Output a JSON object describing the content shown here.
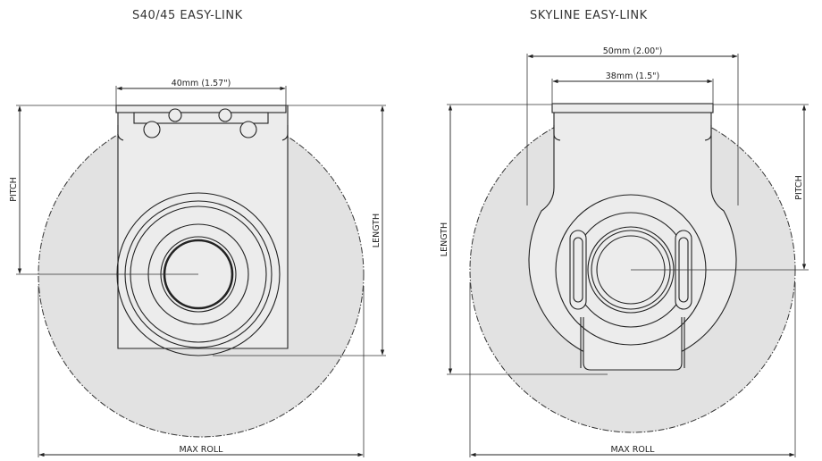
{
  "diagrams": [
    {
      "title": "S40/45 EASY-LINK",
      "labels": {
        "width": "40mm (1.57\")",
        "pitch": "PITCH",
        "length": "LENGTH",
        "max_roll": "MAX ROLL"
      }
    },
    {
      "title": "SKYLINE  EASY-LINK",
      "labels": {
        "outer_width": "50mm (2.00\")",
        "inner_width": "38mm (1.5\")",
        "pitch": "PITCH",
        "length": "LENGTH",
        "max_roll": "MAX ROLL"
      }
    }
  ]
}
